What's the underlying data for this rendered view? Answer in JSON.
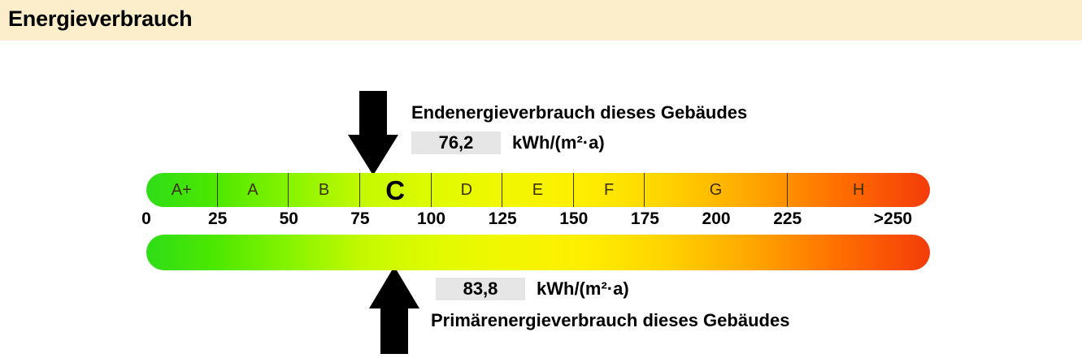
{
  "header": {
    "title": "Energieverbrauch",
    "band_color": "#fceeca"
  },
  "top_readout": {
    "caption": "Endenergieverbrauch dieses Gebäudes",
    "value": "76,2",
    "unit": "kWh/(m²·a)",
    "marker_icon": "arrow-down-icon"
  },
  "bottom_readout": {
    "caption": "Primärenergieverbrauch dieses Gebäudes",
    "value": "83,8",
    "unit": "kWh/(m²·a)",
    "marker_icon": "arrow-up-icon"
  },
  "chart_data": {
    "type": "bar",
    "title": "Energieverbrauch",
    "xlabel": "",
    "ylabel": "",
    "xlim": [
      0,
      275
    ],
    "grid": false,
    "legend": "none",
    "classes": [
      {
        "label": "A+",
        "from": 0,
        "to": 25,
        "color": "#3fe40c",
        "current": false
      },
      {
        "label": "A",
        "from": 25,
        "to": 50,
        "color": "#6aee00",
        "current": false
      },
      {
        "label": "B",
        "from": 50,
        "to": 75,
        "color": "#a8f600",
        "current": false
      },
      {
        "label": "C",
        "from": 75,
        "to": 100,
        "color": "#d6fa00",
        "current": true
      },
      {
        "label": "D",
        "from": 100,
        "to": 125,
        "color": "#f4f400",
        "current": false
      },
      {
        "label": "E",
        "from": 125,
        "to": 150,
        "color": "#ffea00",
        "current": false
      },
      {
        "label": "F",
        "from": 150,
        "to": 175,
        "color": "#ffd000",
        "current": false
      },
      {
        "label": "G",
        "from": 175,
        "to": 225,
        "color": "#ff9c00",
        "current": false
      },
      {
        "label": "H",
        "from": 225,
        "to": 275,
        "color": "#f9430c",
        "current": false
      }
    ],
    "axis_ticks": [
      "0",
      "25",
      "50",
      "75",
      "100",
      "125",
      "150",
      "175",
      "200",
      "225",
      ">250"
    ],
    "markers": [
      {
        "name": "Endenergieverbrauch dieses Gebäudes",
        "value": 76.2,
        "unit": "kWh/(m²·a)",
        "class": "C",
        "side": "top"
      },
      {
        "name": "Primärenergieverbrauch dieses Gebäudes",
        "value": 83.8,
        "unit": "kWh/(m²·a)",
        "class": "C",
        "side": "bottom"
      }
    ]
  }
}
